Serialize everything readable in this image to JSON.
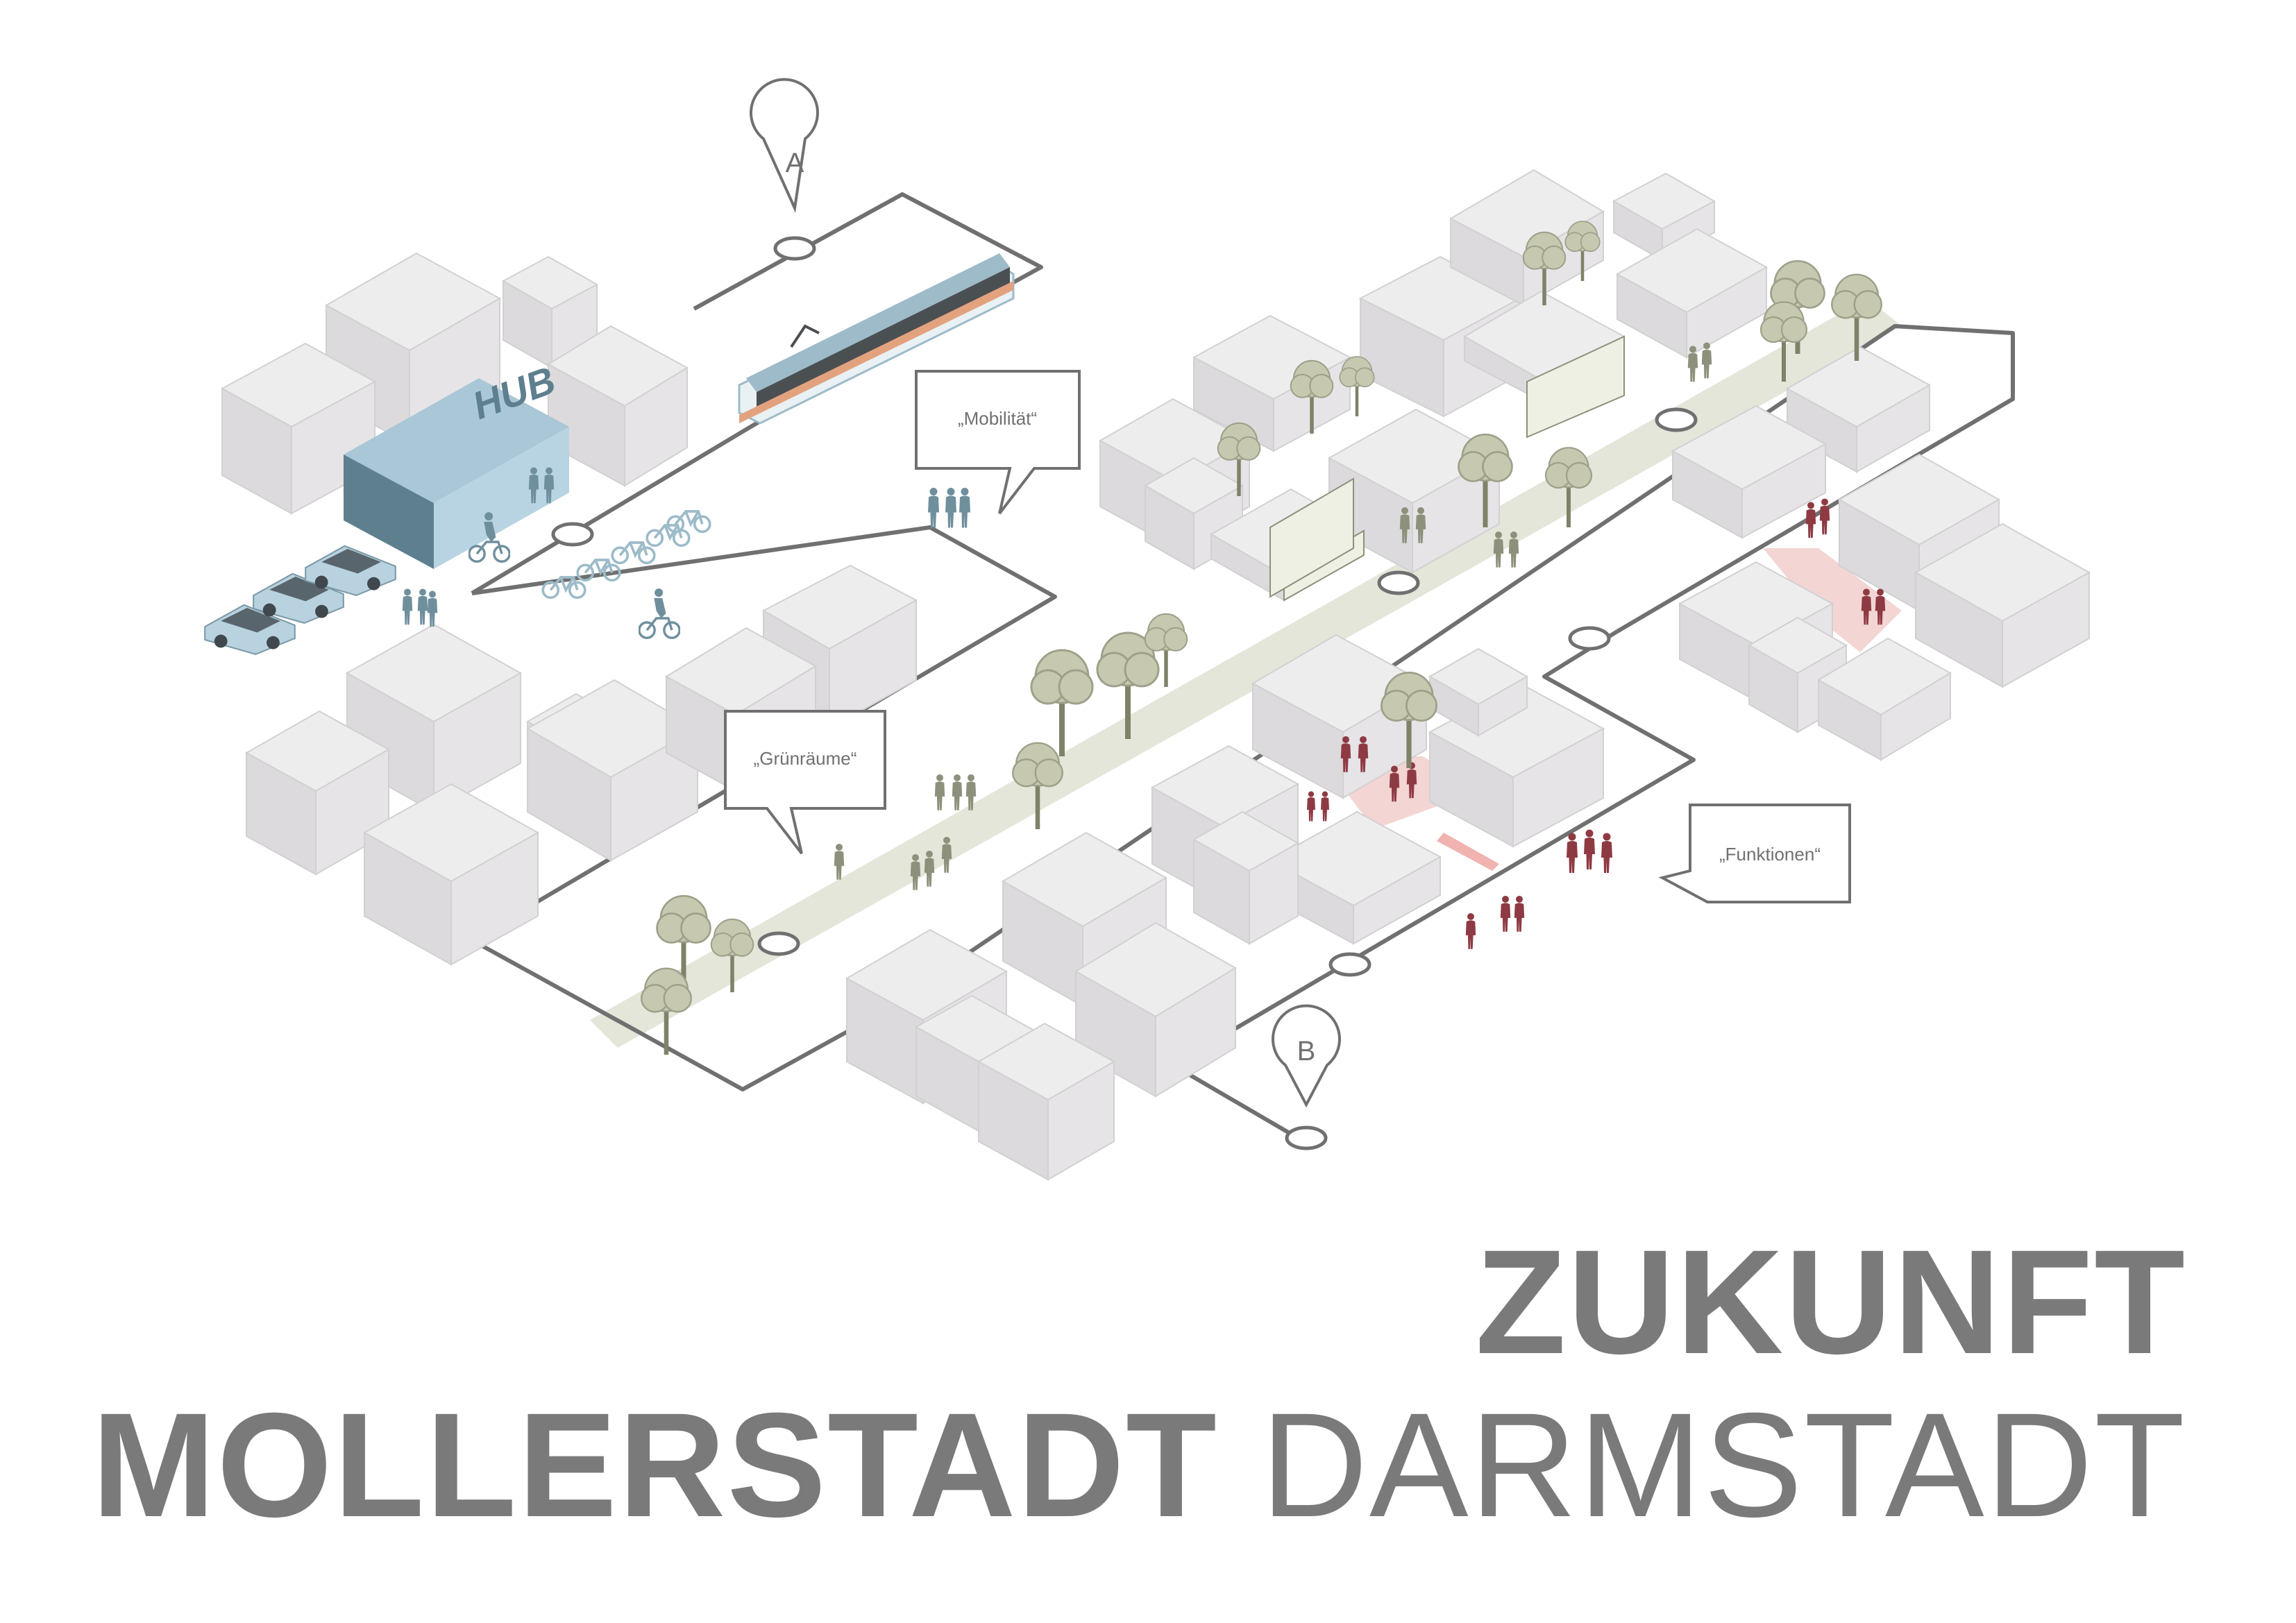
{
  "markers": {
    "a": "A",
    "b": "B"
  },
  "hub_label": "HUB",
  "bubbles": {
    "mobilitaet": "„Mobilität“",
    "gruenraeume": "„Grünräume“",
    "funktionen": "„Funktionen“"
  },
  "title": {
    "line1": "ZUKUNFT",
    "line2_bold": "MOLLERSTADT",
    "line2_light": "DARMSTADT"
  },
  "colors": {
    "building_top": "#eeedee",
    "building_left": "#dcdadc",
    "building_right": "#e6e4e6",
    "hub": "#5e7f8e",
    "mobility": "#6f8f9d",
    "green": "#8d917b",
    "tree": "#c6c8af",
    "function": "#8e3a43",
    "function_ground": "#f3d5d3",
    "route": "#707070",
    "title": "#7a7a7a"
  }
}
